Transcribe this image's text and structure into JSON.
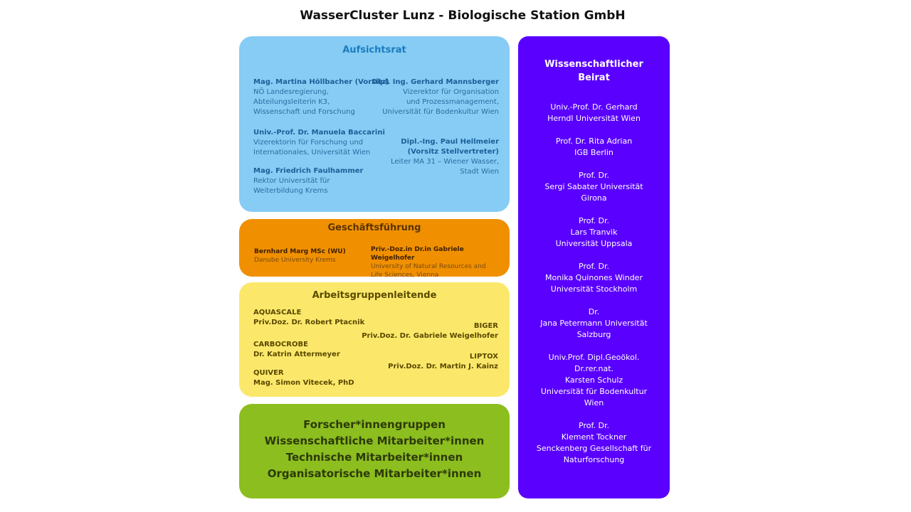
{
  "title": "WasserCluster Lunz - Biologische Station GmbH",
  "aufsichtsrat": {
    "heading": "Aufsichtsrat",
    "members": [
      {
        "name": "Mag. Martina Höllbacher (Vorsitz)",
        "lines": [
          "NÖ Landesregierung,",
          "Abteilungsleiterin K3,",
          "Wissenschaft und Forschung"
        ]
      },
      {
        "name": "Dipl. Ing. Gerhard Mannsberger",
        "lines": [
          "Vizerektor für Organisation",
          "und Prozessmanagement,",
          "Universität für Bodenkultur Wien"
        ]
      },
      {
        "name": "Univ.-Prof. Dr. Manuela Baccarini",
        "lines": [
          "Vizerektorin für Forschung und",
          "Internationales, Universität Wien"
        ]
      },
      {
        "name": "Dipl.-Ing. Paul Hellmeier",
        "name2": "(Vorsitz Stellvertreter)",
        "lines": [
          "Leiter MA 31 – Wiener Wasser,",
          "Stadt Wien"
        ]
      },
      {
        "name": "Mag. Friedrich Faulhammer",
        "lines": [
          "Rektor Universität für",
          "Weiterbildung Krems"
        ]
      }
    ]
  },
  "geschaeftsfuehrung": {
    "heading": "Geschäftsführung",
    "members": [
      {
        "name": "Bernhard Marg MSc (WU)",
        "lines": [
          "Danube University Krems"
        ]
      },
      {
        "name": "Priv.-Doz.in Dr.in Gabriele Weigelhofer",
        "lines": [
          "University of Natural Resources and",
          "Life Sciences, Vienna"
        ]
      }
    ]
  },
  "arbeitsgruppen": {
    "heading": "Arbeitsgruppenleitende",
    "groups": [
      {
        "group": "AQUASCALE",
        "leader": "Priv.Doz. Dr. Robert Ptacnik"
      },
      {
        "group": "BIGER",
        "leader": "Priv.Doz. Dr. Gabriele Weigelhofer"
      },
      {
        "group": "CARBOCROBE",
        "leader": "Dr. Katrin Attermeyer"
      },
      {
        "group": "LIPTOX",
        "leader": "Priv.Doz. Dr. Martin J. Kainz"
      },
      {
        "group": "QUIVER",
        "leader": "Mag. Simon Vitecek, PhD"
      }
    ]
  },
  "forscher": {
    "lines": [
      "Forscher*innengruppen",
      "Wissenschaftliche Mitarbeiter*innen",
      "Technische Mitarbeiter*innen",
      "Organisatorische Mitarbeiter*innen"
    ]
  },
  "beirat": {
    "heading_line1": "Wissenschaftlicher",
    "heading_line2": "Beirat",
    "members": [
      [
        "Univ.-Prof. Dr. Gerhard",
        "Herndl Universität Wien"
      ],
      [
        "Prof. Dr. Rita Adrian",
        "IGB Berlin"
      ],
      [
        "Prof. Dr.",
        "Sergi Sabater Universität",
        "Girona"
      ],
      [
        "Prof. Dr.",
        "Lars Tranvik",
        "Universität Uppsala"
      ],
      [
        "Prof. Dr.",
        "Monika Quinones Winder",
        "Universität Stockholm"
      ],
      [
        "Dr.",
        "Jana Petermann Universität",
        "Salzburg"
      ],
      [
        "Univ.Prof. Dipl.Geoökol.",
        "Dr.rer.nat.",
        "Karsten Schulz",
        "Universität für Bodenkultur",
        "Wien"
      ],
      [
        "Prof. Dr.",
        "Klement Tockner",
        "Senckenberg Gesellschaft für",
        "Naturforschung"
      ]
    ]
  }
}
